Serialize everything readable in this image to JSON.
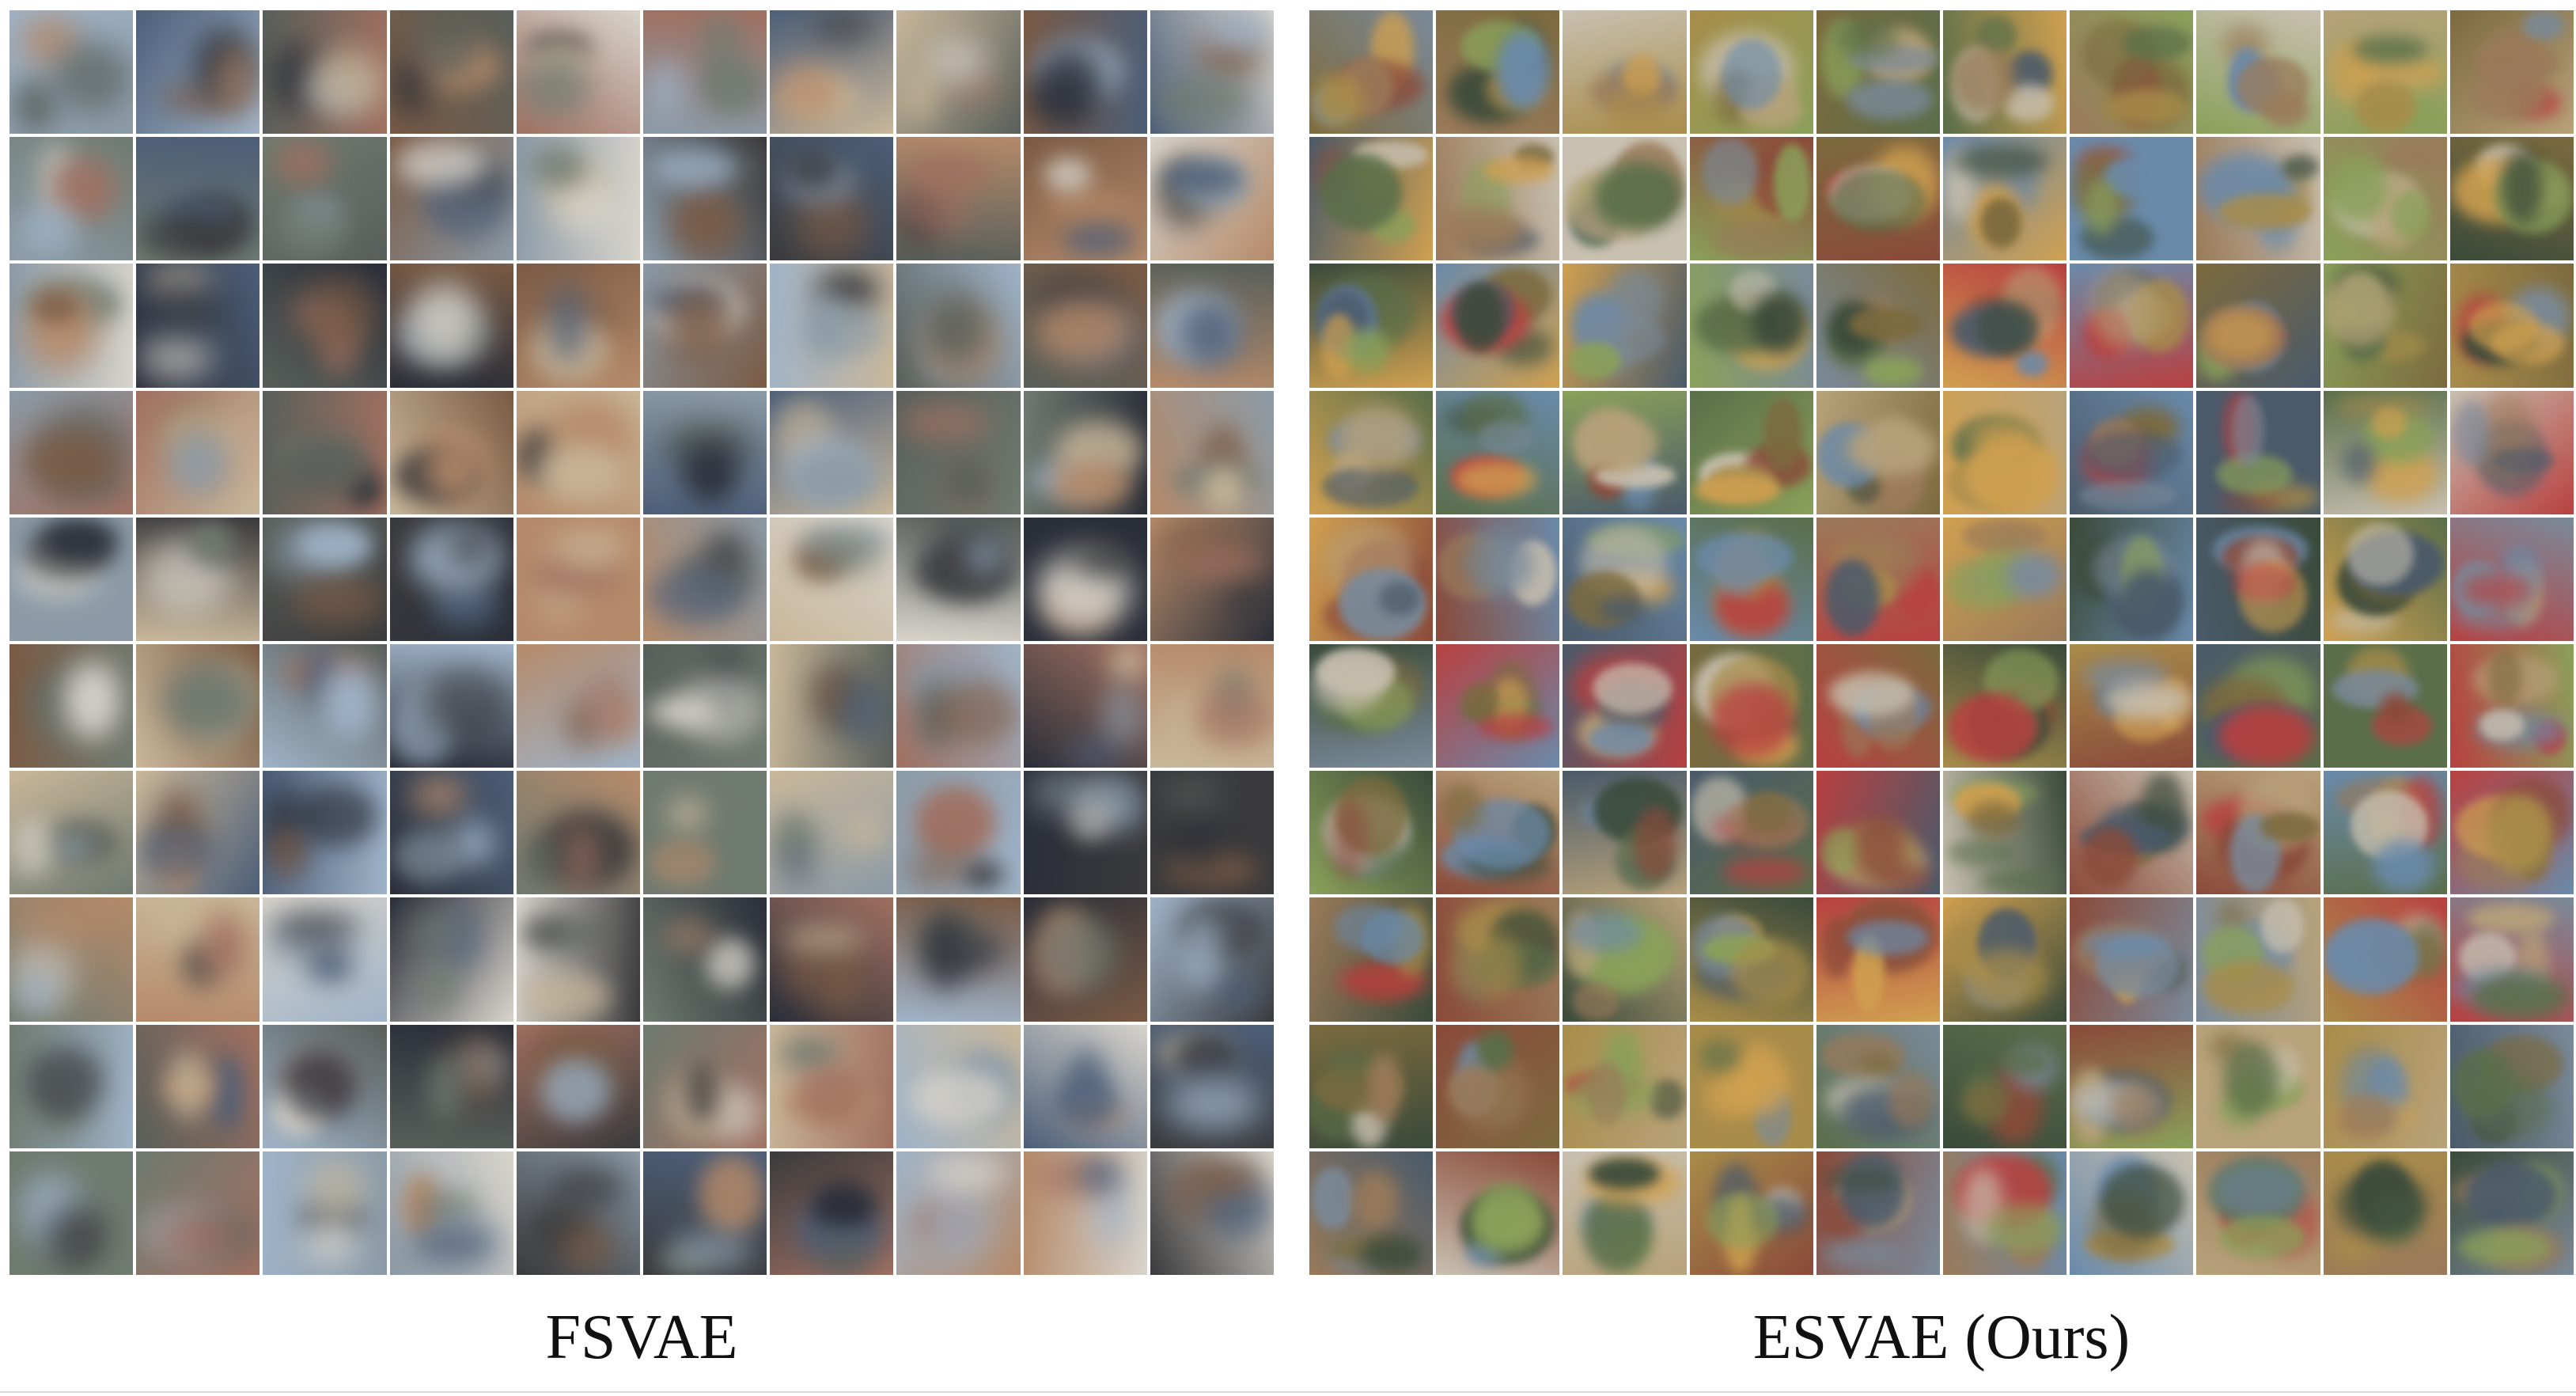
{
  "figure": {
    "panels": [
      {
        "id": "fsvae",
        "caption": "FSVAE",
        "grid": {
          "rows": 10,
          "cols": 10
        },
        "content": "generated image samples",
        "style": "blurry",
        "palette": [
          "#6f7a70",
          "#8b9aa6",
          "#3a3a3c",
          "#b58a6a",
          "#d8d4cc",
          "#2a2e38",
          "#7a5a44",
          "#9fb3c8",
          "#585f5a",
          "#a07060",
          "#c9b79a",
          "#4c5e78"
        ]
      },
      {
        "id": "esvae",
        "caption": "ESVAE (Ours)",
        "grid": {
          "rows": 10,
          "cols": 10
        },
        "content": "generated image samples",
        "style": "sharper",
        "palette": [
          "#7c6a3e",
          "#a88c4a",
          "#5a6e4a",
          "#8aa05a",
          "#b8a27a",
          "#4a5a6a",
          "#c8c0b0",
          "#8a4a3a",
          "#6a8aaa",
          "#9a7a5a",
          "#3a4a3a",
          "#d0a050",
          "#7a8a9a",
          "#b84040"
        ]
      }
    ]
  }
}
